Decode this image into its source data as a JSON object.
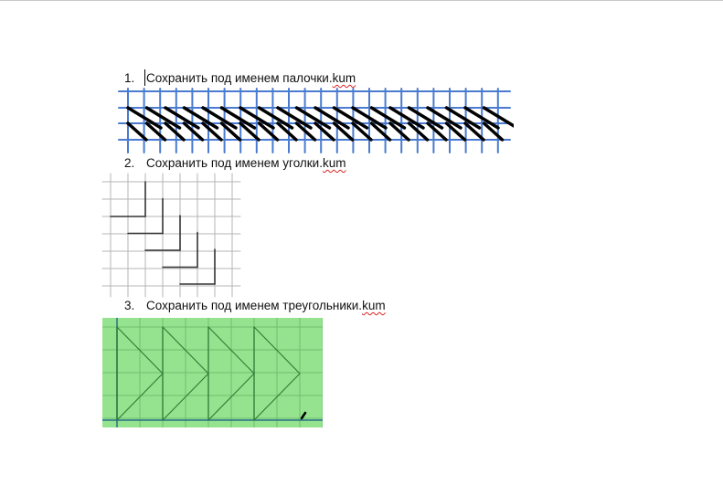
{
  "document": {
    "items": [
      {
        "number": "1.",
        "text": "Сохранить под именем палочки.",
        "ext": "kum"
      },
      {
        "number": "2.",
        "text": "Сохранить под именем уголки.",
        "ext": "kum"
      },
      {
        "number": "3.",
        "text": "Сохранить под именем треугольники.",
        "ext": "kum"
      }
    ]
  },
  "colors": {
    "grid_blue": "#4a7bd0",
    "green_bg": "#95e38f",
    "green_line": "#2f7a34"
  }
}
